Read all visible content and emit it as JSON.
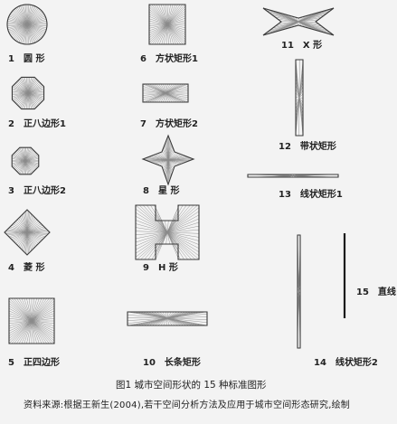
{
  "figure": {
    "caption": "图1  城市空间形状的 15 种标准图形",
    "source": "资料来源:根据王新生(2004),若干空间分析方法及应用于城市空间形态研究,绘制",
    "shapes": [
      {
        "num": "1",
        "name": "圆 形"
      },
      {
        "num": "2",
        "name": "正八边形1"
      },
      {
        "num": "3",
        "name": "正八边形2"
      },
      {
        "num": "4",
        "name": "菱 形"
      },
      {
        "num": "5",
        "name": "正四边形"
      },
      {
        "num": "6",
        "name": "方状矩形1"
      },
      {
        "num": "7",
        "name": "方状矩形2"
      },
      {
        "num": "8",
        "name": "星 形"
      },
      {
        "num": "9",
        "name": "H 形"
      },
      {
        "num": "10",
        "name": "长条矩形"
      },
      {
        "num": "11",
        "name": "X 形"
      },
      {
        "num": "12",
        "name": "带状矩形"
      },
      {
        "num": "13",
        "name": "线状矩形1"
      },
      {
        "num": "14",
        "name": "线状矩形2"
      },
      {
        "num": "15",
        "name": "直线"
      }
    ]
  },
  "colors": {
    "line": "#3a3a3a",
    "ray": "#8a8a8a",
    "background": "#f3f3f3"
  }
}
